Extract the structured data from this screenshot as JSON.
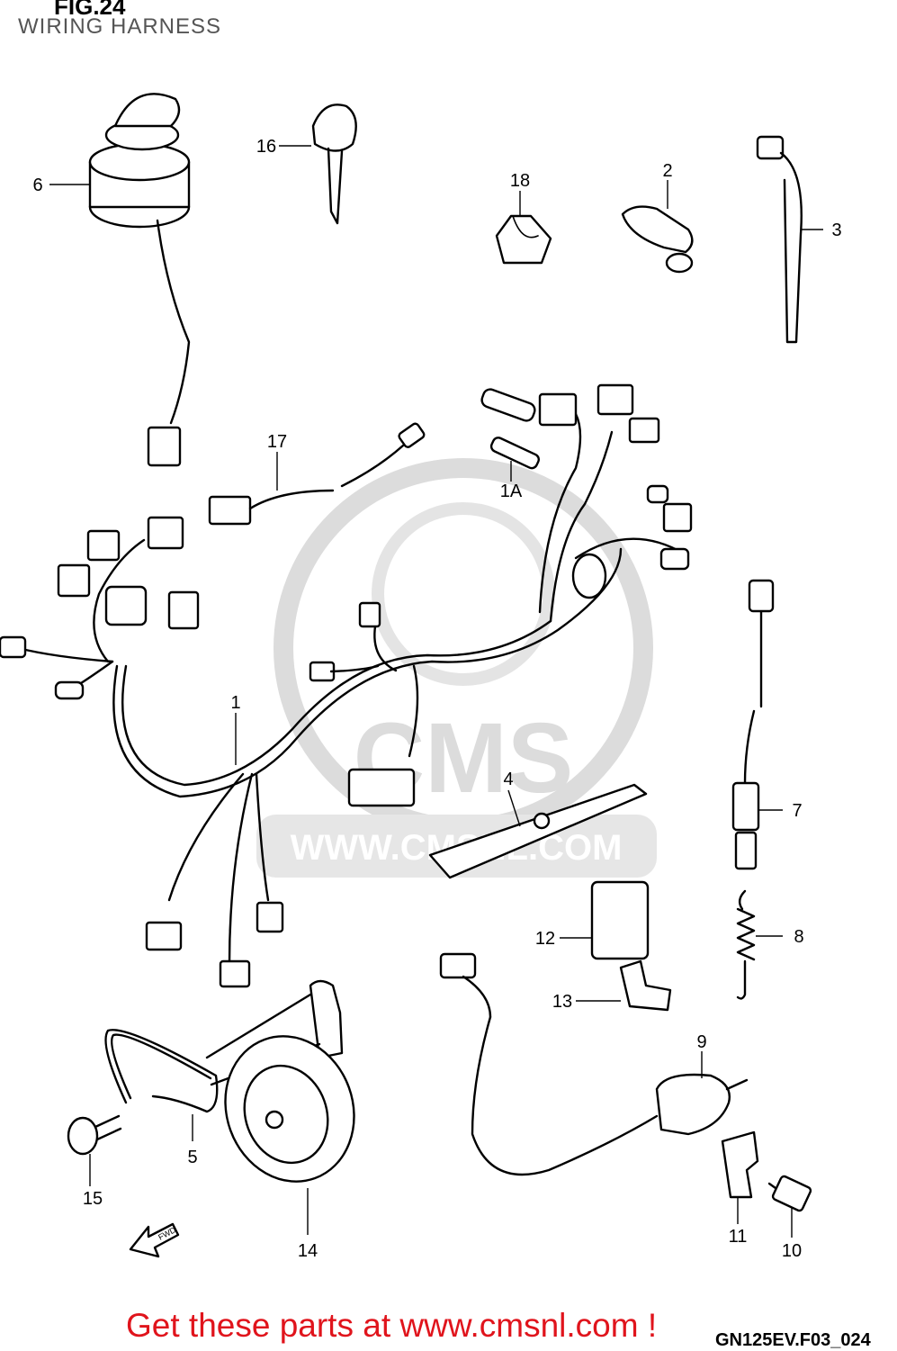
{
  "figure": {
    "title": "FIG.24",
    "subtitle": "WIRING HARNESS",
    "drawing_code": "GN125EV.F03_024"
  },
  "footer": {
    "link_text": "Get these parts at www.cmsnl.com !"
  },
  "watermark": {
    "brand": "CMS",
    "url": "WWW.CMSNL.COM"
  },
  "direction_marker": {
    "label": "FWD"
  },
  "callouts": {
    "c1": "1",
    "c1a": "1A",
    "c2": "2",
    "c3": "3",
    "c4": "4",
    "c5": "5",
    "c6": "6",
    "c7": "7",
    "c8": "8",
    "c9": "9",
    "c10": "10",
    "c11": "11",
    "c12": "12",
    "c13": "13",
    "c14": "14",
    "c15": "15",
    "c16": "16",
    "c17": "17",
    "c18": "18"
  },
  "colors": {
    "footer_link": "#e0141c",
    "watermark": "#dcdcdc",
    "line": "#000000"
  }
}
